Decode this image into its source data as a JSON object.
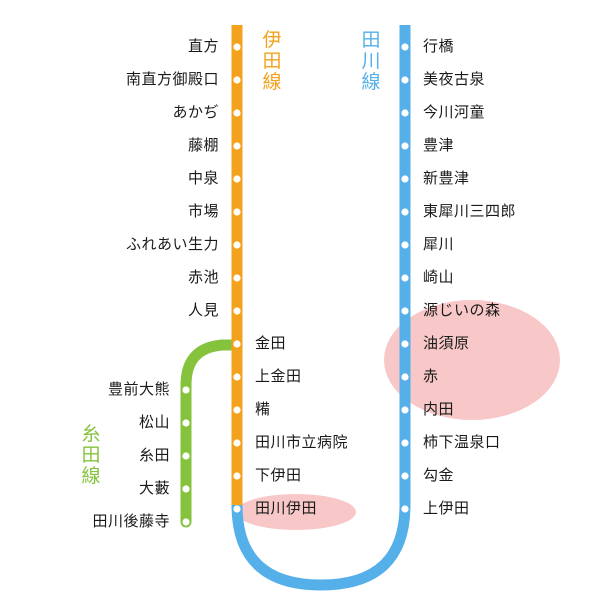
{
  "colors": {
    "ita_line": "#f3a21e",
    "tagawa_line": "#55b0ea",
    "itoda_line": "#86c33c",
    "highlight": "#f29a9a"
  },
  "line_names": {
    "ita": "伊田線",
    "tagawa": "田川線",
    "itoda": "糸田線"
  },
  "stations": {
    "ita": [
      "直方",
      "南直方御殿口",
      "あかぢ",
      "藤棚",
      "中泉",
      "市場",
      "ふれあい生力",
      "赤池",
      "人見"
    ],
    "shared_left": [
      "金田",
      "上金田",
      "糒",
      "田川市立病院",
      "下伊田",
      "田川伊田"
    ],
    "tagawa": [
      "行橋",
      "美夜古泉",
      "今川河童",
      "豊津",
      "新豊津",
      "東犀川三四郎",
      "犀川",
      "崎山",
      "源じいの森",
      "油須原",
      "赤",
      "内田",
      "柿下温泉口",
      "勾金",
      "上伊田"
    ],
    "itoda": [
      "豊前大熊",
      "松山",
      "糸田",
      "大藪",
      "田川後藤寺"
    ]
  }
}
